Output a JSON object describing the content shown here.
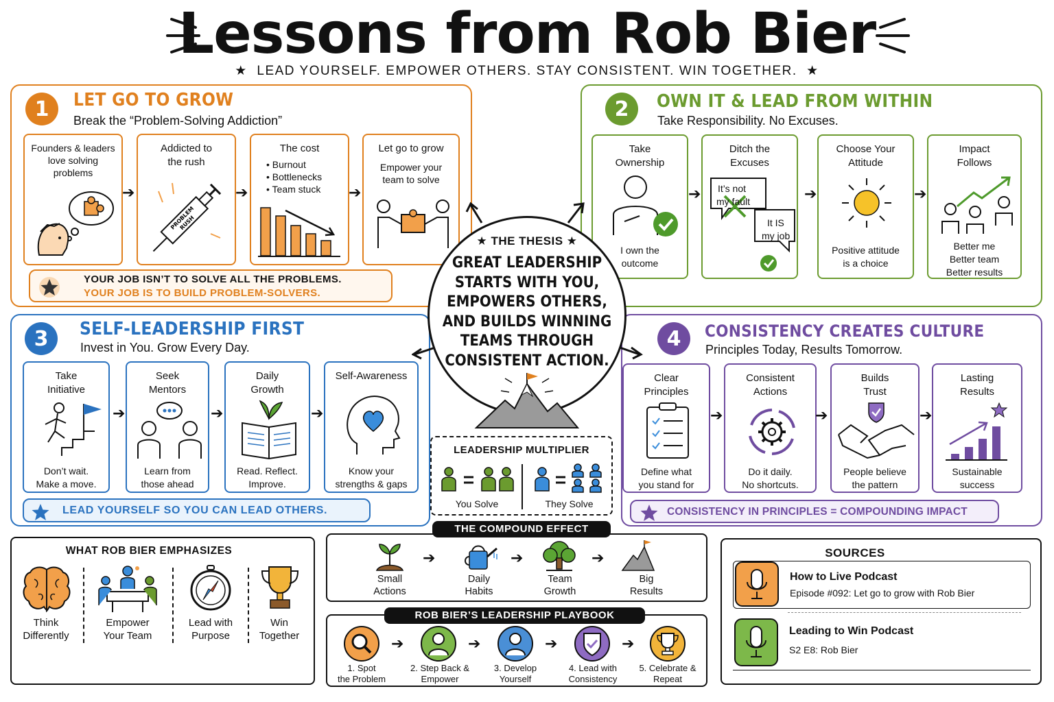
{
  "header": {
    "title": "Lessons from Rob Bier",
    "subtitle": "LEAD YOURSELF. EMPOWER OTHERS. STAY CONSISTENT. WIN TOGETHER."
  },
  "colors": {
    "orange": "#E0801E",
    "green": "#6B9B2F",
    "blue": "#2A72BF",
    "purple": "#6F4CA0"
  },
  "s1": {
    "num": "1",
    "title": "LET GO TO GROW",
    "subtitle": "Break the “Problem-Solving Addiction”",
    "cards": [
      {
        "l1": "Founders & leaders",
        "l2": "love solving",
        "l3": "problems"
      },
      {
        "l1": "Addicted to",
        "l2": "the rush",
        "syringe": "PROBLEM RUSH"
      },
      {
        "l1": "The cost",
        "b1": "Burnout",
        "b2": "Bottlenecks",
        "b3": "Team stuck"
      },
      {
        "l1": "Let go to grow",
        "l2": "Empower your",
        "l3": "team to solve"
      }
    ],
    "banner1": "YOUR JOB ISN’T TO SOLVE ALL THE PROBLEMS.",
    "banner2": "YOUR JOB IS TO BUILD PROBLEM-SOLVERS."
  },
  "s2": {
    "num": "2",
    "title": "OWN IT & LEAD FROM WITHIN",
    "subtitle": "Take Responsibility. No Excuses.",
    "cards": [
      {
        "l1": "Take",
        "l2": "Ownership",
        "b1": "I own the",
        "b2": "outcome"
      },
      {
        "l1": "Ditch the",
        "l2": "Excuses",
        "bubble1a": "It’s not",
        "bubble1b": "my fault",
        "bubble2a": "It IS",
        "bubble2b": "my job"
      },
      {
        "l1": "Choose Your",
        "l2": "Attitude",
        "b1": "Positive attitude",
        "b2": "is a choice"
      },
      {
        "l1": "Impact",
        "l2": "Follows",
        "b1": "Better me",
        "b2": "Better team",
        "b3": "Better results"
      }
    ]
  },
  "s3": {
    "num": "3",
    "title": "SELF-LEADERSHIP FIRST",
    "subtitle": "Invest in You. Grow Every Day.",
    "cards": [
      {
        "l1": "Take",
        "l2": "Initiative",
        "b1": "Don’t wait.",
        "b2": "Make a move."
      },
      {
        "l1": "Seek",
        "l2": "Mentors",
        "b1": "Learn from",
        "b2": "those ahead"
      },
      {
        "l1": "Daily",
        "l2": "Growth",
        "b1": "Read. Reflect.",
        "b2": "Improve."
      },
      {
        "l1": "Self-Awareness",
        "l2": "",
        "b1": "Know your",
        "b2": "strengths & gaps"
      }
    ],
    "banner": "LEAD YOURSELF SO YOU CAN LEAD OTHERS."
  },
  "s4": {
    "num": "4",
    "title": "CONSISTENCY CREATES CULTURE",
    "subtitle": "Principles Today, Results Tomorrow.",
    "cards": [
      {
        "l1": "Clear",
        "l2": "Principles",
        "b1": "Define what",
        "b2": "you stand for"
      },
      {
        "l1": "Consistent",
        "l2": "Actions",
        "b1": "Do it daily.",
        "b2": "No shortcuts."
      },
      {
        "l1": "Builds",
        "l2": "Trust",
        "b1": "People believe",
        "b2": "the pattern"
      },
      {
        "l1": "Lasting",
        "l2": "Results",
        "b1": "Sustainable",
        "b2": "success"
      }
    ],
    "banner": "CONSISTENCY IN PRINCIPLES = COMPOUNDING IMPACT"
  },
  "thesis": {
    "label": "THE THESIS",
    "lines": [
      "GREAT LEADERSHIP",
      "STARTS WITH YOU,",
      "EMPOWERS OTHERS,",
      "AND BUILDS WINNING",
      "TEAMS THROUGH",
      "CONSISTENT ACTION."
    ]
  },
  "multiplier": {
    "title": "LEADERSHIP MULTIPLIER",
    "left": "You Solve",
    "right": "They Solve"
  },
  "emphasizes": {
    "title": "WHAT ROB BIER EMPHASIZES",
    "items": [
      {
        "l1": "Think",
        "l2": "Differently",
        "icon": "brain-icon"
      },
      {
        "l1": "Empower",
        "l2": "Your Team",
        "icon": "team-table-icon"
      },
      {
        "l1": "Lead with",
        "l2": "Purpose",
        "icon": "compass-icon"
      },
      {
        "l1": "Win",
        "l2": "Together",
        "icon": "trophy-icon"
      }
    ]
  },
  "compound": {
    "title": "THE COMPOUND EFFECT",
    "items": [
      {
        "l1": "Small",
        "l2": "Actions"
      },
      {
        "l1": "Daily",
        "l2": "Habits"
      },
      {
        "l1": "Team",
        "l2": "Growth"
      },
      {
        "l1": "Big",
        "l2": "Results"
      }
    ]
  },
  "playbook": {
    "title": "ROB BIER’S LEADERSHIP PLAYBOOK",
    "steps": [
      {
        "l1": "1. Spot",
        "l2": "the Problem",
        "color": "#F2A04A"
      },
      {
        "l1": "2. Step Back &",
        "l2": "Empower",
        "color": "#7DB84A"
      },
      {
        "l1": "3. Develop",
        "l2": "Yourself",
        "color": "#4A8FD6"
      },
      {
        "l1": "4. Lead with",
        "l2": "Consistency",
        "color": "#8E6BC2"
      },
      {
        "l1": "5. Celebrate &",
        "l2": "Repeat",
        "color": "#F2B43A"
      }
    ]
  },
  "sources": {
    "title": "SOURCES",
    "items": [
      {
        "name": "How to Live Podcast",
        "detail": "Episode #092: Let go to grow with Rob Bier"
      },
      {
        "name": "Leading to Win Podcast",
        "detail": "S2 E8: Rob Bier"
      }
    ]
  }
}
